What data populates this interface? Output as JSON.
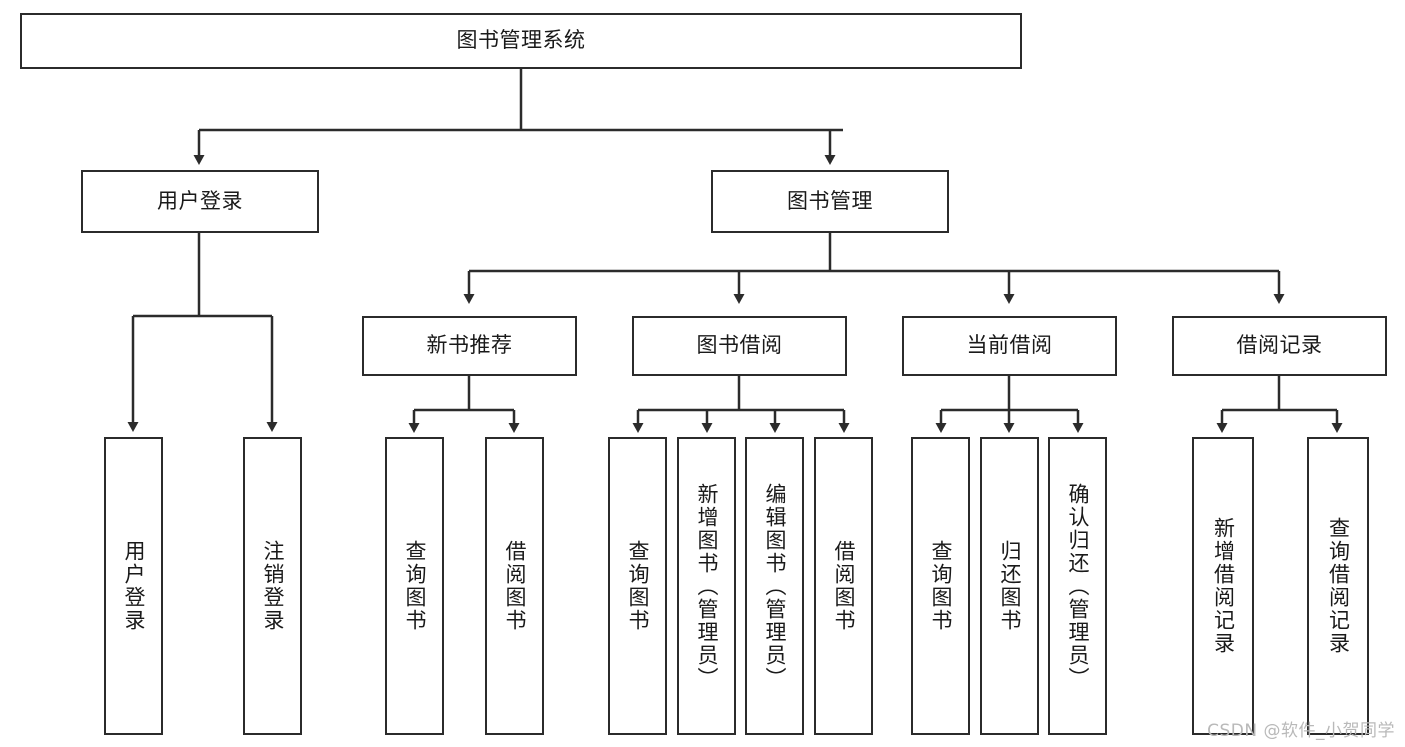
{
  "diagram": {
    "title": "图书管理系统",
    "type": "tree-hierarchy-diagram",
    "colors": {
      "box_border": "#2b2b2b",
      "box_fill": "#ffffff",
      "connector": "#333333",
      "text": "#1a1a1a",
      "watermark": "#b9b9b9",
      "background": "#ffffff"
    },
    "root": {
      "label": "图书管理系统"
    },
    "level1": [
      {
        "label": "用户登录"
      },
      {
        "label": "图书管理"
      }
    ],
    "level2": [
      {
        "label": "新书推荐"
      },
      {
        "label": "图书借阅"
      },
      {
        "label": "当前借阅"
      },
      {
        "label": "借阅记录"
      }
    ],
    "leaves": {
      "user_login": [
        {
          "label": "用户登录"
        },
        {
          "label": "注销登录"
        }
      ],
      "new_book_recommend": [
        {
          "label": "查询图书"
        },
        {
          "label": "借阅图书"
        }
      ],
      "book_borrow": [
        {
          "label": "查询图书"
        },
        {
          "label": "新增图书（管理员）"
        },
        {
          "label": "编辑图书（管理员）"
        },
        {
          "label": "借阅图书"
        }
      ],
      "current_borrow": [
        {
          "label": "查询图书"
        },
        {
          "label": "归还图书"
        },
        {
          "label": "确认归还（管理员）"
        }
      ],
      "borrow_record": [
        {
          "label": "新增借阅记录"
        },
        {
          "label": "查询借阅记录"
        }
      ]
    }
  },
  "watermark": {
    "text": "CSDN @软件_小贺同学"
  }
}
